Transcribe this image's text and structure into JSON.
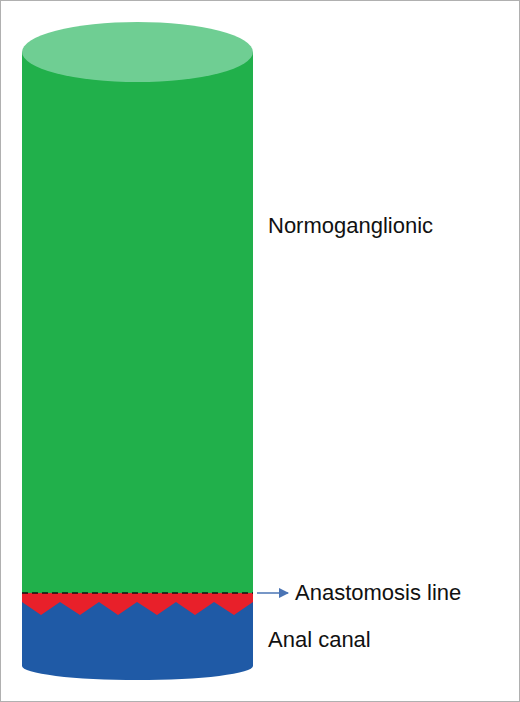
{
  "diagram": {
    "labels": [
      "Normoganglionic",
      "Anastomosis line",
      "Anal canal"
    ]
  }
}
